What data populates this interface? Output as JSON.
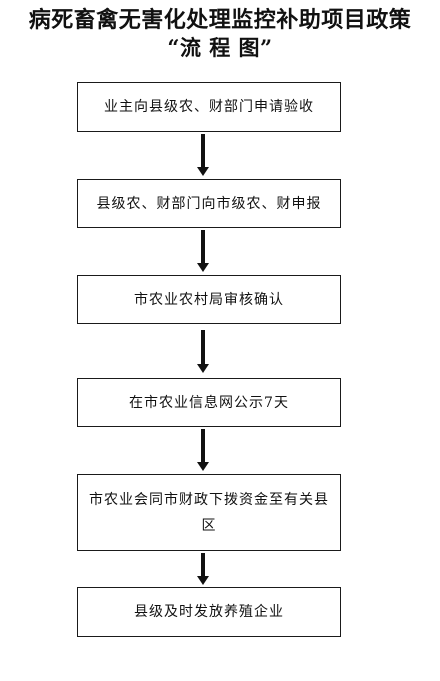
{
  "title": {
    "line1": "病死畜禽无害化处理监控补助项目政策",
    "line2": "“流 程 图”"
  },
  "steps": [
    {
      "text": "业主向县级农、财部门申请验收"
    },
    {
      "text": "县级农、财部门向市级农、财申报"
    },
    {
      "text": "市农业农村局审核确认"
    },
    {
      "text": "在市农业信息网公示7天"
    },
    {
      "text": "市农业会同市财政下拨资金至有关县区"
    },
    {
      "text": "县级及时发放养殖企业"
    }
  ]
}
